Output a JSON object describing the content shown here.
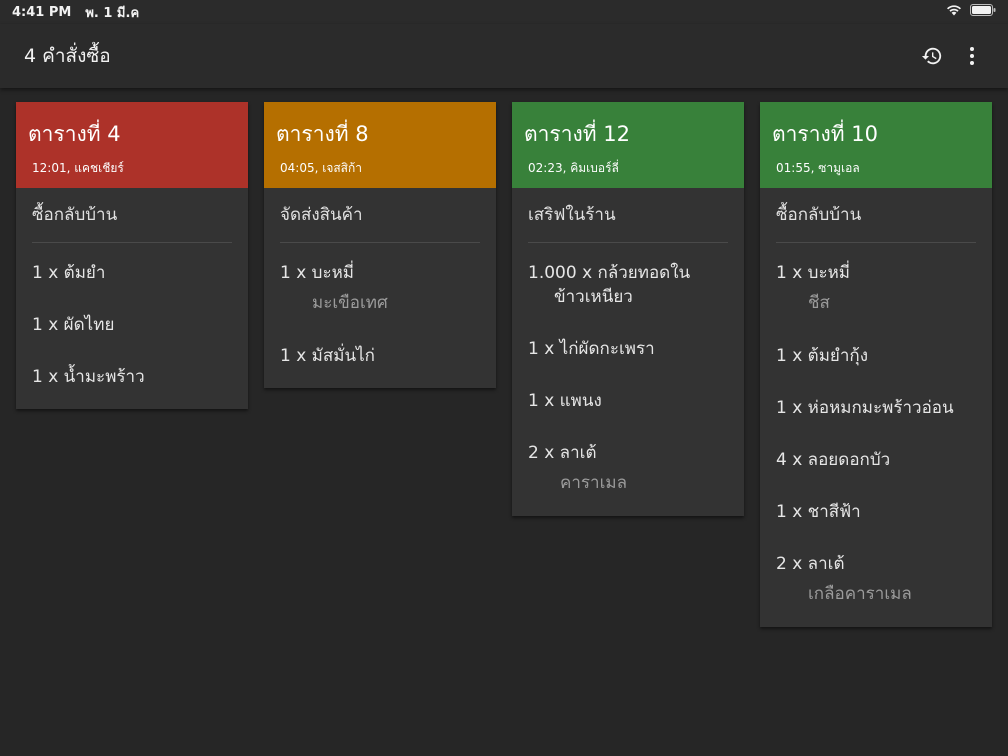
{
  "status": {
    "time": "4:41 PM",
    "date": "พ. 1 มี.ค"
  },
  "appbar": {
    "title": "4 คำสั่งซื้อ"
  },
  "colors": {
    "red": "#ad3229",
    "orange": "#b56f00",
    "green": "#38813a"
  },
  "orders": [
    {
      "table": "ตารางที่ 4",
      "meta": "12:01, แคชเชียร์",
      "color": "#ad3229",
      "type": "ซื้อกลับบ้าน",
      "items": [
        {
          "text": "1 x ต้มยำ"
        },
        {
          "text": "1 x ผัดไทย"
        },
        {
          "text": "1 x น้ำมะพร้าว"
        }
      ]
    },
    {
      "table": "ตารางที่ 8",
      "meta": "04:05, เจสสิก้า",
      "color": "#b56f00",
      "type": "จัดส่งสินค้า",
      "items": [
        {
          "text": "1 x บะหมี่",
          "mod": "มะเขือเทศ"
        },
        {
          "text": "1 x มัสมั่นไก่"
        }
      ]
    },
    {
      "table": "ตารางที่ 12",
      "meta": "02:23, คิมเบอร์ลี่",
      "color": "#38813a",
      "type": "เสริฟในร้าน",
      "items": [
        {
          "text": "1.000 x กล้วยทอดใน",
          "cont": "ข้าวเหนียว"
        },
        {
          "text": "1 x ไก่ผัดกะเพรา"
        },
        {
          "text": "1 x แพนง"
        },
        {
          "text": "2 x ลาเต้",
          "mod": "คาราเมล"
        }
      ]
    },
    {
      "table": "ตารางที่ 10",
      "meta": "01:55, ซามูเอล",
      "color": "#38813a",
      "type": "ซื้อกลับบ้าน",
      "items": [
        {
          "text": "1 x บะหมี่",
          "mod": "ชีส"
        },
        {
          "text": "1 x ต้มยำกุ้ง"
        },
        {
          "text": "1 x ห่อหมกมะพร้าวอ่อน"
        },
        {
          "text": "4 x ลอยดอกบัว"
        },
        {
          "text": "1 x ชาสีฟ้า"
        },
        {
          "text": "2 x ลาเต้",
          "mod": "เกลือคาราเมล"
        }
      ]
    }
  ]
}
